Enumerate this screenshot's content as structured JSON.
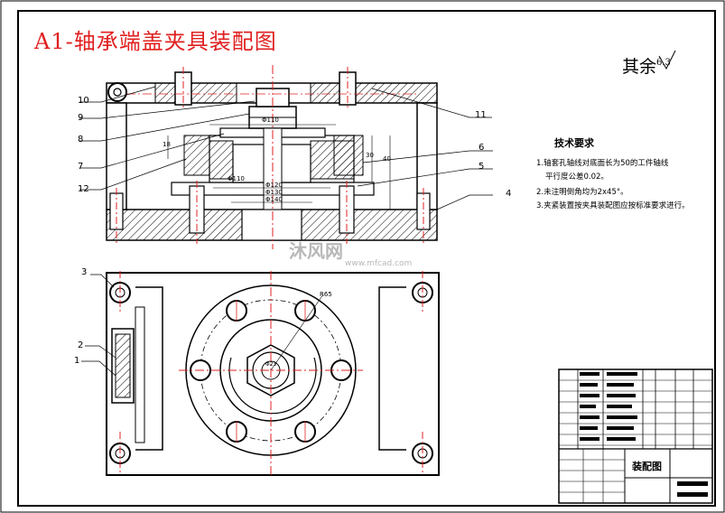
{
  "drawing": {
    "title": "A1-轴承端盖夹具装配图",
    "roughness_prefix": "其余",
    "roughness_value": "6.3"
  },
  "technical_requirements": {
    "heading": "技术要求",
    "items": [
      "1.轴套孔轴线对底面长为50的工件轴线",
      "平行度公差0.02。",
      "2.未注明倒角均为2x45°。",
      "3.夹紧装置按夹具装配图应按标准要求进行。"
    ]
  },
  "part_numbers": [
    "10",
    "9",
    "8",
    "7",
    "12",
    "1",
    "2",
    "3",
    "6",
    "5",
    "4",
    "11"
  ],
  "dimensions": {
    "top": "Φ110",
    "height1": "30",
    "height2": "40",
    "left": "18",
    "d1": "Φ120",
    "d2": "Φ130",
    "d3": "Φ140",
    "d4": "Φ110",
    "radius": "R65",
    "inner": "Φ23"
  },
  "title_block": {
    "drawing_name": "装配图"
  },
  "watermark": {
    "text": "沐风网",
    "url": "www.mfcad.com"
  },
  "colors": {
    "title": "#e02020",
    "centerline": "#e02020",
    "line": "#000000"
  }
}
